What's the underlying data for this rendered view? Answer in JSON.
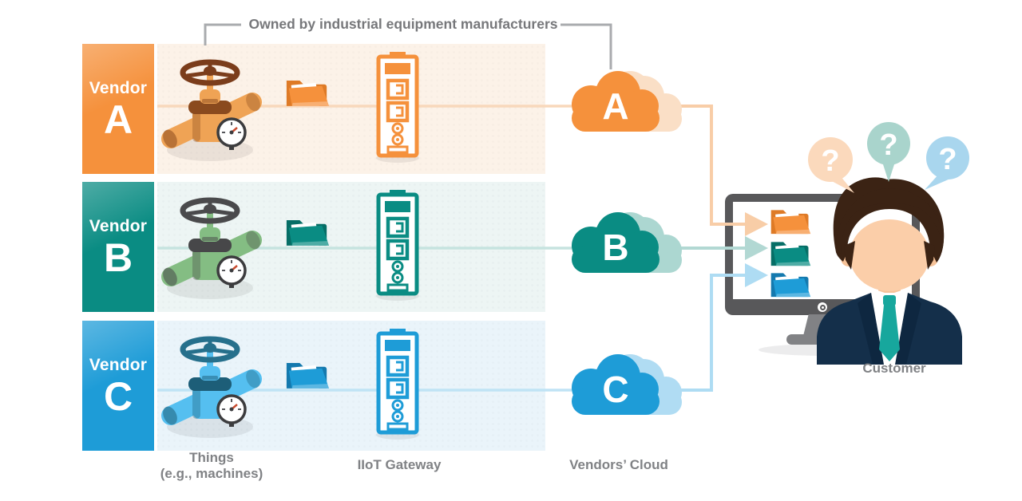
{
  "annotation": {
    "label": "Owned by industrial equipment manufacturers"
  },
  "vendors": [
    {
      "label": "Vendor",
      "letter": "A",
      "color": "#F5913C",
      "band_bg": "#FCF2E8",
      "line_color": "#F8D8BB"
    },
    {
      "label": "Vendor",
      "letter": "B",
      "color": "#0A8C83",
      "band_bg": "#EDF5F4",
      "line_color": "#C6E3DF"
    },
    {
      "label": "Vendor",
      "letter": "C",
      "color": "#1E9CD7",
      "band_bg": "#EAF4FA",
      "line_color": "#C0E3F5"
    }
  ],
  "column_labels": {
    "things_line1": "Things",
    "things_line2": "(e.g., machines)",
    "gateway": "IIoT Gateway",
    "cloud": "Vendors’ Cloud"
  },
  "customer": {
    "label": "Customer",
    "question_mark": "?"
  },
  "icons": {
    "valve": "industrial-valve-icon",
    "folder": "folder-icon",
    "gateway": "iiot-gateway-device-icon",
    "cloud": "cloud-icon",
    "monitor": "desktop-monitor-icon",
    "person": "businessman-icon",
    "question_bubble": "question-bubble-icon"
  },
  "ui_colors": {
    "annotation_text": "#77787B",
    "bracket_line": "#A9ABAE",
    "label_text": "#808285",
    "monitor_bezel": "#58585A",
    "suit_navy": "#142F4A",
    "tie_teal": "#17A79D",
    "skin": "#FBCEA9",
    "hair_brown": "#3B2314",
    "bubble_orange": "#FBD9BC",
    "bubble_teal": "#A9D4CC",
    "bubble_blue": "#A9D6EE"
  }
}
